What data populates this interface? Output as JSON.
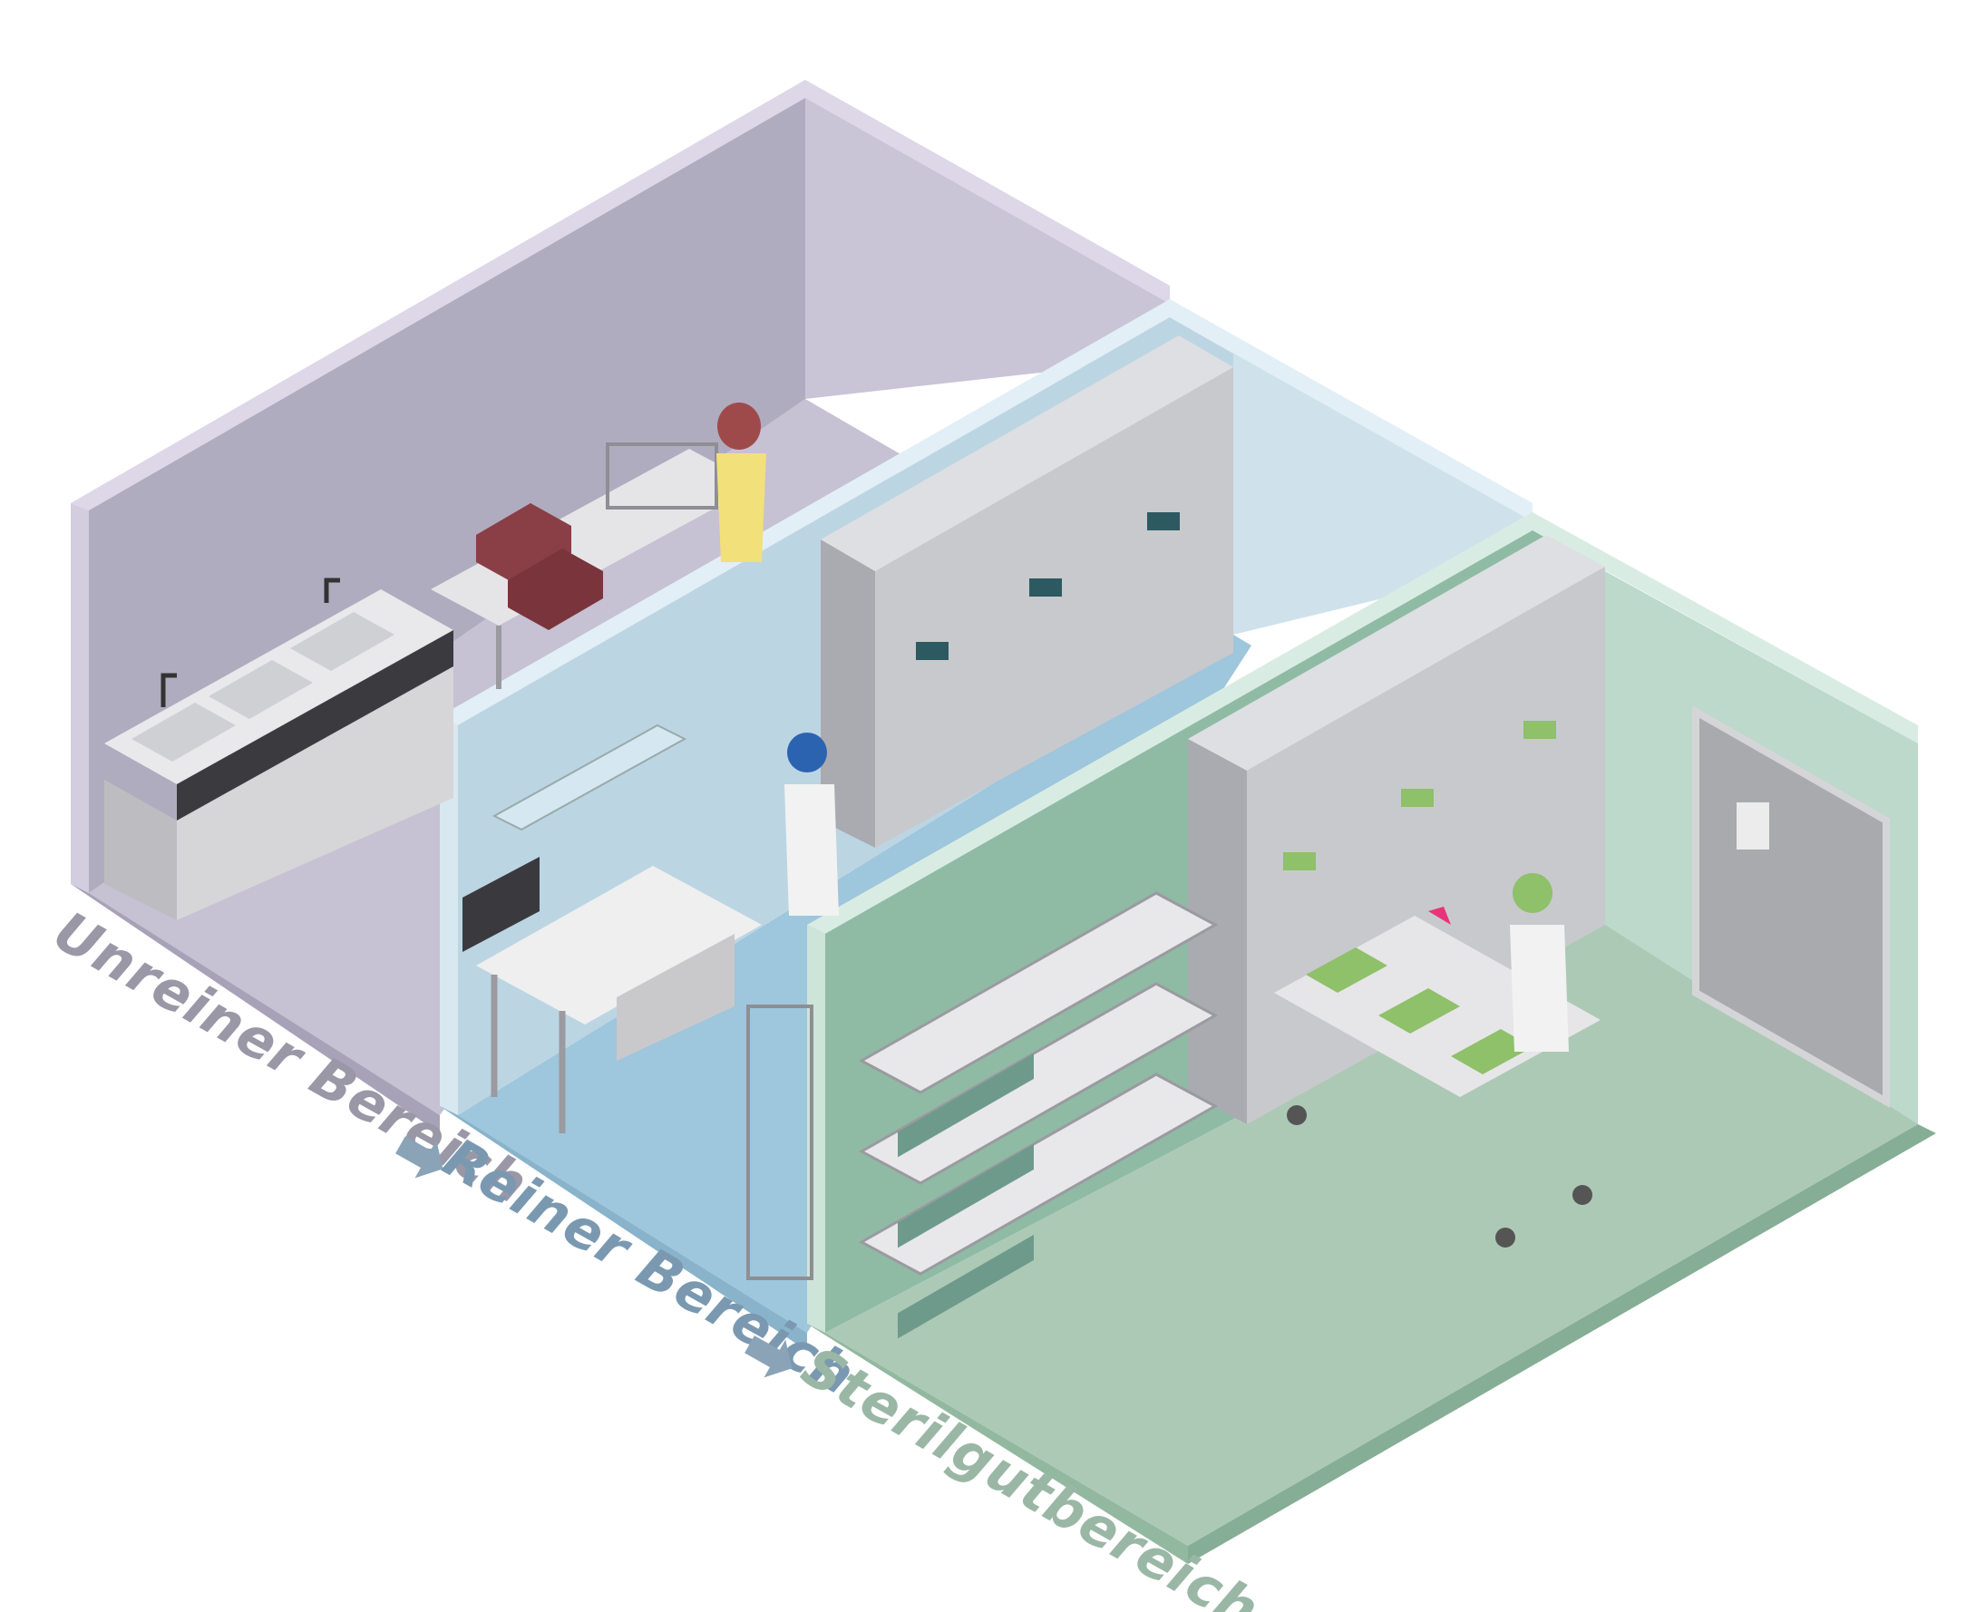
{
  "zones": [
    {
      "label": "Unreiner Bereich",
      "color": "#9a97a6"
    },
    {
      "label": "Reiner Bereich",
      "color": "#7a99b1"
    },
    {
      "label": "Sterilgutbereich",
      "color": "#9ab7a6"
    }
  ],
  "arrow_color": "#8aa3b6",
  "room_colors": {
    "unrein_wall": "#b0acbf",
    "unrein_floor": "#c6c1d3",
    "unrein_rim": "#ddd7e8",
    "rein_wall": "#bcd5e3",
    "rein_floor": "#9ec6dc",
    "rein_rim": "#e2eff6",
    "steril_wall": "#bcd9cb",
    "steril_floor": "#acc9b6",
    "steril_rim": "#d9ece3",
    "steel": "#c8c9cd",
    "steel_dark": "#a9abb1",
    "box_green": "#6e9a8c",
    "crate_red": "#8a3e45"
  }
}
